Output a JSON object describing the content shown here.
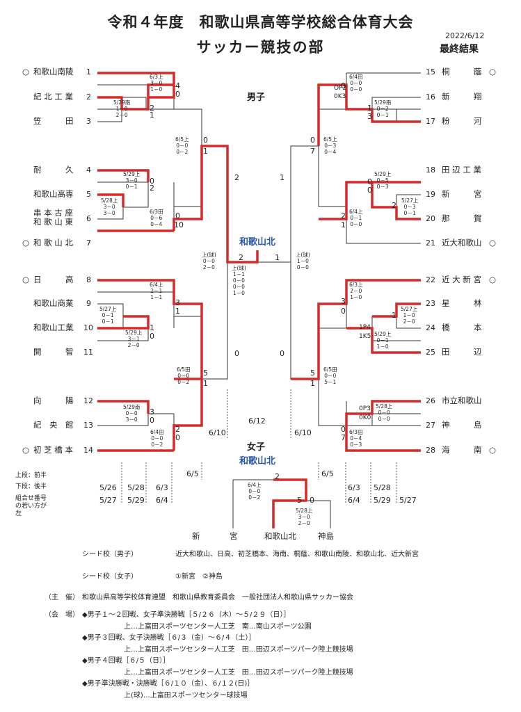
{
  "title": "令和４年度　和歌山県高等学校総合体育大会",
  "subtitle": "サッカー競技の部",
  "date": "2022/6/12",
  "result_label": "最終結果",
  "boys_label": "男子",
  "girls_label": "女子",
  "boys_champion": "和歌山北",
  "girls_champion": "和歌山北",
  "left_teams": [
    {
      "num": "1",
      "name": "和歌山南陵",
      "seed": "○"
    },
    {
      "num": "2",
      "name": "紀 北 工 業",
      "seed": ""
    },
    {
      "num": "3",
      "name": "笠　　　田",
      "seed": ""
    },
    {
      "num": "4",
      "name": "耐　　　久",
      "seed": ""
    },
    {
      "num": "5",
      "name": "和歌山高専",
      "seed": ""
    },
    {
      "num": "6",
      "name": "串 本 古 座\n和 歌 山 東",
      "seed": ""
    },
    {
      "num": "7",
      "name": "和 歌 山 北",
      "seed": "○"
    },
    {
      "num": "8",
      "name": "日　　　高",
      "seed": "○"
    },
    {
      "num": "9",
      "name": "和歌山商業",
      "seed": ""
    },
    {
      "num": "10",
      "name": "和歌山工業",
      "seed": ""
    },
    {
      "num": "11",
      "name": "開　　　智",
      "seed": ""
    },
    {
      "num": "12",
      "name": "向　　　陽",
      "seed": ""
    },
    {
      "num": "13",
      "name": "紀　央　館",
      "seed": ""
    },
    {
      "num": "14",
      "name": "初 芝 橋 本",
      "seed": "○"
    }
  ],
  "right_teams": [
    {
      "num": "15",
      "name": "桐　　　蔭",
      "seed": "○"
    },
    {
      "num": "16",
      "name": "新　　　翔",
      "seed": ""
    },
    {
      "num": "17",
      "name": "粉　　　河",
      "seed": ""
    },
    {
      "num": "18",
      "name": "田 辺 工 業",
      "seed": ""
    },
    {
      "num": "19",
      "name": "新　　　宮",
      "seed": ""
    },
    {
      "num": "20",
      "name": "那　　　賀",
      "seed": ""
    },
    {
      "num": "21",
      "name": "近大和歌山",
      "seed": "○"
    },
    {
      "num": "22",
      "name": "近 大 新 宮",
      "seed": "○"
    },
    {
      "num": "23",
      "name": "星　　　林",
      "seed": ""
    },
    {
      "num": "24",
      "name": "橋　　　本",
      "seed": ""
    },
    {
      "num": "25",
      "name": "田　　　辺",
      "seed": ""
    },
    {
      "num": "26",
      "name": "市立和歌山",
      "seed": ""
    },
    {
      "num": "27",
      "name": "神　　　島",
      "seed": ""
    },
    {
      "num": "28",
      "name": "海　　　南",
      "seed": "○"
    }
  ],
  "girls_teams": [
    "新",
    "宮",
    "和歌山北",
    "神島"
  ],
  "score_labels": [
    "6/3上\n3－0\n1－0",
    "5/29南\n1－0\n2－0",
    "6/5上\n0－0\n0－2",
    "5/29上\n3－0\n0－1",
    "5/28上\n3－0\n3－0",
    "6/3田\n0－6\n0－4",
    "上(球)\n0－0\n2－0",
    "上(球)\n1－1\n0－0\n0－0\n1－0",
    "上(球)\n1－0\n0－0",
    "6/4上\n2－1\n1－1",
    "5/27上\n0－1\n0－1",
    "5/29上\n3－1\n2－0",
    "6/5田\n0－0\n0－2",
    "5/29南\n0－0\n3－0",
    "6/4田\n0－0\n0－2",
    "6/4田\n0－0\n0－0",
    "5/29南\n0－2\n0－1",
    "6/5上\n0－3\n0－4",
    "5/29上\n0－5\n0－3",
    "5/27上\n0－3\n0－1",
    "6/4上\n0－1\n0－0",
    "6/3上\n2－0\n1－0",
    "5/27上\n1－0\n2－0",
    "5/29上\n0－1\n1－0",
    "6/5田\n0－0\n5－1",
    "5/28上\n0－0\n0－0",
    "6/3田\n0－4\n0－3",
    "6/4上\n0－0\n0－2",
    "5/28上\n3－0\n2－0"
  ],
  "round_scores": [
    "4",
    "0",
    "2",
    "1",
    "0",
    "1",
    "0",
    "2",
    "0",
    "10",
    "3",
    "1",
    "1",
    "0",
    "5",
    "1",
    "3",
    "0",
    "2",
    "0",
    "2",
    "0",
    "2",
    "2",
    "1",
    "1",
    "0",
    "1",
    "0",
    "0",
    "0",
    "2",
    "2",
    "1",
    "0",
    "3",
    "0",
    "1",
    "0",
    "3",
    "0",
    "7",
    "0",
    "1",
    "0",
    "1",
    "1",
    "5",
    "1",
    "0",
    "0",
    "7",
    "1",
    "0",
    "0",
    "2",
    "5",
    "0",
    "0",
    "0",
    "0",
    "0",
    "2"
  ],
  "extra_marks": [
    "OP2",
    "0K3",
    "1P4",
    "1K5",
    "0P3",
    "0K0"
  ],
  "semi_scores": {
    "left_top": "2",
    "right_top": "1",
    "left_bot": "0",
    "right_bot": "0",
    "final_left": "2",
    "final_right": "1"
  },
  "date_marks_boys": [
    "6/5",
    "6/10",
    "6/12",
    "6/10",
    "6/5"
  ],
  "legend": {
    "line1": "上段：前半",
    "line2": "下段：後半",
    "line3": "組合せ番号\nの若い方が\n左"
  },
  "date_cols_left": {
    "top": [
      "5/26",
      "5/28",
      "6/3"
    ],
    "bot": [
      "5/27",
      "5/29",
      "6/4"
    ]
  },
  "date_cols_right": {
    "top": [
      "6/3",
      "5/28",
      ""
    ],
    "bot": [
      "6/4",
      "5/29",
      "5/27"
    ]
  },
  "seed_boys_label": "シード校（男子）",
  "seed_boys": "近大和歌山、日高、初芝橋本、海南、桐蔭、和歌山南陵、和歌山北、近大新宮",
  "seed_girls_label": "シード校（女子）",
  "seed_girls": "①新宮　②神島",
  "host_label": "（主　催）",
  "host": "和歌山県高等学校体育連盟　和歌山県教育委員会　一般社団法人和歌山県サッカー協会",
  "venue_label": "（会　場）",
  "venue_lines": [
    "◆男子１～２回戦、女子準決勝戦［５/２６（木）～５/２９（日）］",
    "上…上富田スポーツセンター人工芝　南…南山スポーツ公園",
    "◆男子３回戦、女子決勝戦［６/３（金）～６/４（土）］",
    "上…上富田スポーツセンター人工芝　田…田辺スポーツパーク陸上競技場",
    "◆男子４回戦［６/５（日）］",
    "上…上富田スポーツセンター人工芝　田…田辺スポーツパーク陸上競技場",
    "◆男子準決勝戦・決勝戦［６/１０（金）、６/１２(日)］",
    "上(球)…上富田スポーツセンター球技場"
  ]
}
